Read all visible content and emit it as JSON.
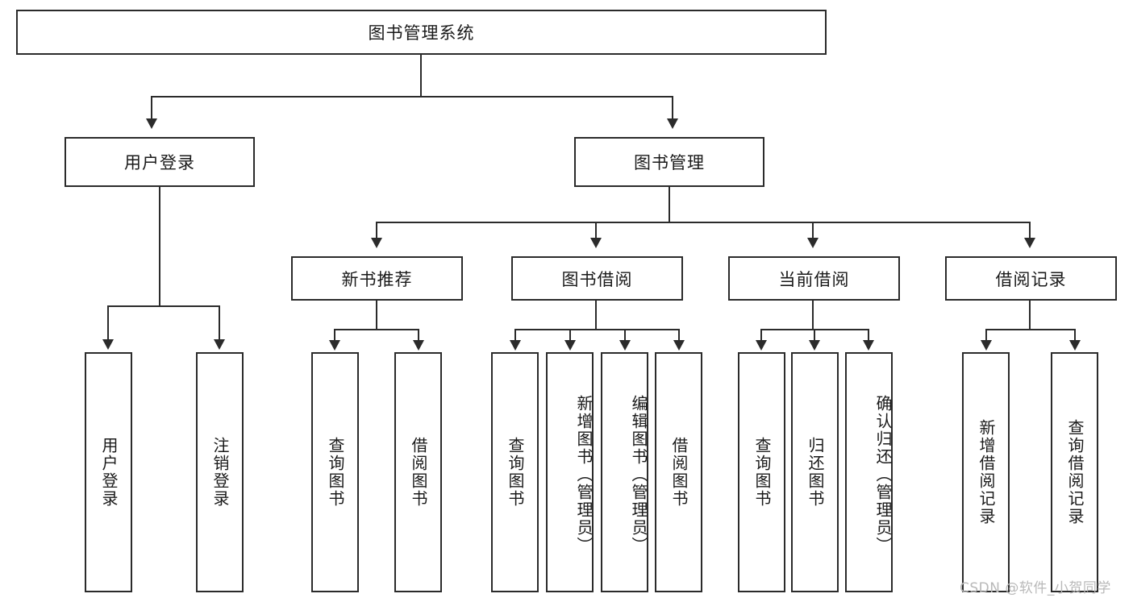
{
  "diagram": {
    "type": "tree-hierarchy",
    "title": "图书管理系统",
    "root": {
      "id": "root",
      "label": "图书管理系统",
      "level": 0
    },
    "level1": [
      {
        "id": "user-login",
        "label": "用户登录"
      },
      {
        "id": "book-manage",
        "label": "图书管理"
      }
    ],
    "level2": [
      {
        "id": "new-book-recommend",
        "label": "新书推荐",
        "parent": "book-manage"
      },
      {
        "id": "book-borrow",
        "label": "图书借阅",
        "parent": "book-manage"
      },
      {
        "id": "current-borrow",
        "label": "当前借阅",
        "parent": "book-manage"
      },
      {
        "id": "borrow-record",
        "label": "借阅记录",
        "parent": "book-manage"
      }
    ],
    "leaves": {
      "user-login": [
        {
          "id": "leaf-user-login",
          "label": "用户登录"
        },
        {
          "id": "leaf-logout",
          "label": "注销登录"
        }
      ],
      "new-book-recommend": [
        {
          "id": "leaf-query-book-1",
          "label": "查询图书"
        },
        {
          "id": "leaf-borrow-book-1",
          "label": "借阅图书"
        }
      ],
      "book-borrow": [
        {
          "id": "leaf-query-book-2",
          "label": "查询图书"
        },
        {
          "id": "leaf-add-book",
          "label": "新增图书（管理员）"
        },
        {
          "id": "leaf-edit-book",
          "label": "编辑图书（管理员）"
        },
        {
          "id": "leaf-borrow-book-2",
          "label": "借阅图书"
        }
      ],
      "current-borrow": [
        {
          "id": "leaf-query-book-3",
          "label": "查询图书"
        },
        {
          "id": "leaf-return-book",
          "label": "归还图书"
        },
        {
          "id": "leaf-confirm-return",
          "label": "确认归还（管理员）"
        }
      ],
      "borrow-record": [
        {
          "id": "leaf-add-record",
          "label": "新增借阅记录"
        },
        {
          "id": "leaf-query-record",
          "label": "查询借阅记录"
        }
      ]
    }
  },
  "watermark": {
    "text": "CSDN @软件_小贺同学"
  },
  "colors": {
    "stroke": "#2b2b2b",
    "fill": "#ffffff",
    "text": "#1a1a1a",
    "watermark": "#b9b9b9"
  }
}
